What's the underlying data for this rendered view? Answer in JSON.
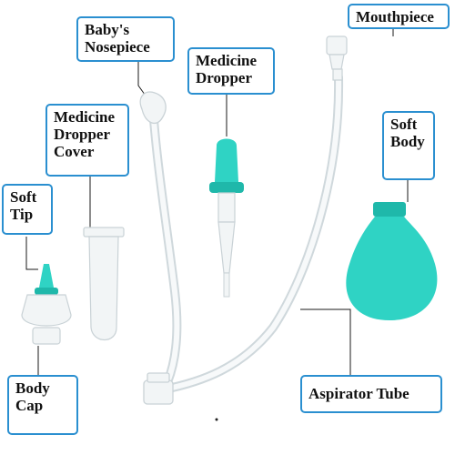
{
  "colors": {
    "label_border": "#2a8fd0",
    "leader_line": "#1a1a1a",
    "teal": "#2fd3c4",
    "teal_dark": "#1fb8aa",
    "plastic": "#f2f5f6",
    "plastic_edge": "#c9d2d6"
  },
  "labels": {
    "mouthpiece": "Mouthpiece",
    "babys_nosepiece": "Baby's\nNosepiece",
    "medicine_dropper": "Medicine\nDropper",
    "medicine_dropper_cover": "Medicine\nDropper\nCover",
    "soft_body": "Soft\nBody",
    "soft_tip": "Soft\nTip",
    "body_cap": "Body\nCap",
    "aspirator_tube": "Aspirator Tube"
  }
}
